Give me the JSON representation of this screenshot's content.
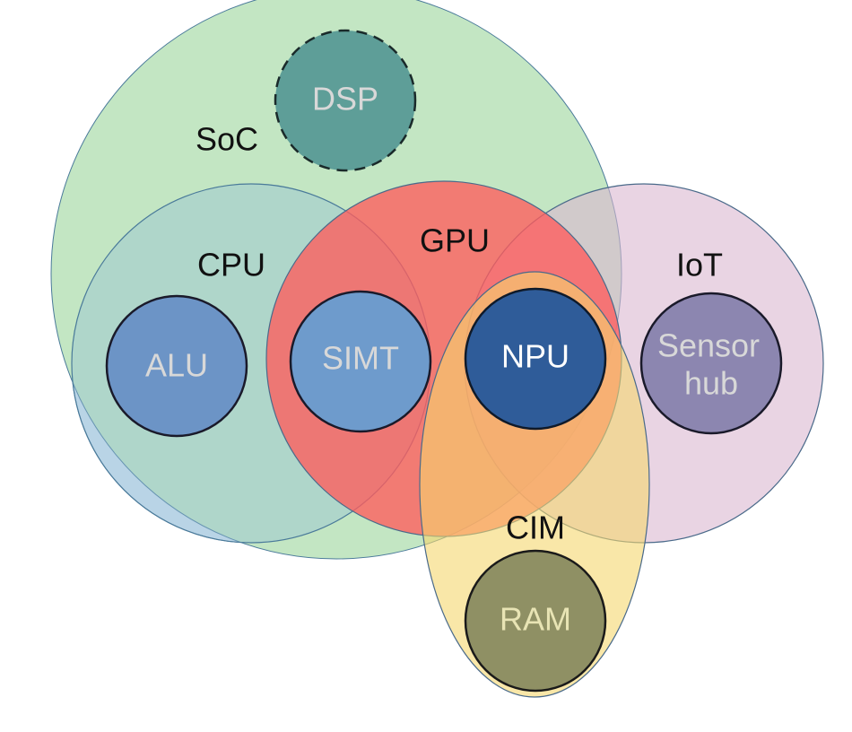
{
  "labels": {
    "soc": "SoC",
    "dsp": "DSP",
    "cpu": "CPU",
    "gpu": "GPU",
    "iot": "IoT",
    "alu": "ALU",
    "simt": "SIMT",
    "npu": "NPU",
    "sensor_hub_line1": "Sensor",
    "sensor_hub_line2": "hub",
    "cim": "CIM",
    "ram": "RAM"
  },
  "colors": {
    "soc": "#b9e2b9",
    "cpu": "#9cc3dd",
    "gpu": "#ff5c5c",
    "iot": "#dbb8d0",
    "cim": "#f5d76e",
    "dsp": "#5e9e98",
    "alu": "#6c94c6",
    "simt": "#6e9bcc",
    "npu": "#2f5c99",
    "sensor_hub": "#8c86b0",
    "ram": "#8f9064"
  }
}
